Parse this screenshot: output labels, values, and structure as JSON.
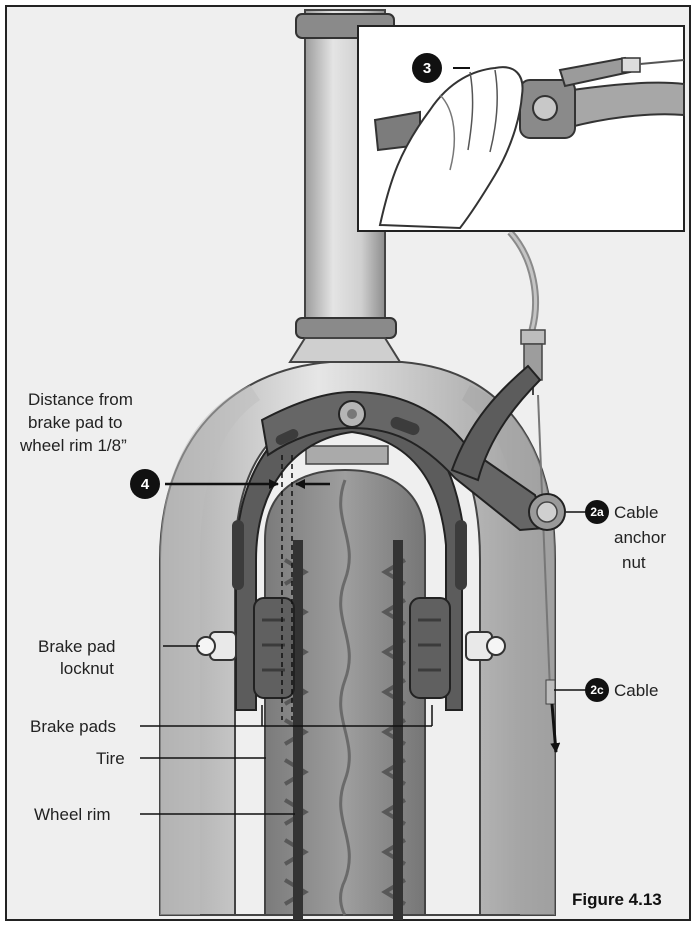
{
  "figure_label": "Figure 4.13",
  "distance_label": {
    "line1": "Distance from",
    "line2": "brake pad to",
    "line3": "wheel rim 1/8”"
  },
  "callouts": {
    "c3": "3",
    "c4": "4",
    "c2a": "2a",
    "c2c": "2c"
  },
  "labels": {
    "cable_anchor_line1": "Cable",
    "cable_anchor_line2": "anchor",
    "cable_anchor_line3": "nut",
    "cable": "Cable",
    "brake_pad_locknut_line1": "Brake pad",
    "brake_pad_locknut_line2": "locknut",
    "brake_pads": "Brake pads",
    "tire": "Tire",
    "wheel_rim": "Wheel rim"
  },
  "colors": {
    "fork": "#d9d9d9",
    "fork_shadow": "#a9a9a9",
    "caliper": "#555555",
    "tire": "#8a8a8a",
    "callout": "#111111"
  }
}
